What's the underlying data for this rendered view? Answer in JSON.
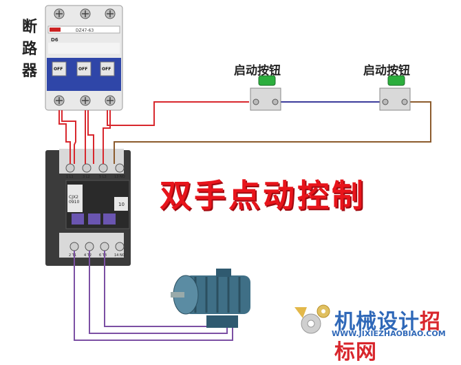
{
  "breaker": {
    "title": "断\n路\n器",
    "model": "DZ47-63",
    "rating": "D6",
    "off_labels": [
      "OFF",
      "OFF",
      "OFF"
    ]
  },
  "buttons": [
    {
      "title": "启动按钮"
    },
    {
      "title": "启动按钮"
    }
  ],
  "contactor": {
    "model": "CJX2\n0910",
    "top_terminals": [
      "1 L1",
      "3 L2",
      "5 L3",
      "13 NO"
    ],
    "bottom_terminals": [
      "2 T1",
      "4 T2",
      "6 T3",
      "14 NO"
    ],
    "aux_label": "10"
  },
  "main_title": "双手点动控制",
  "watermark": {
    "cn_blue": "机械设计",
    "cn_red": "招标网",
    "en": "WWW.JIXIEZHAOBIAO.COM"
  },
  "colors": {
    "phase_red": "#d8262c",
    "wire_blue": "#3a3a9a",
    "wire_brown": "#8b5a2b",
    "wire_purple": "#7b4fa3",
    "title_red": "#e8141b"
  }
}
